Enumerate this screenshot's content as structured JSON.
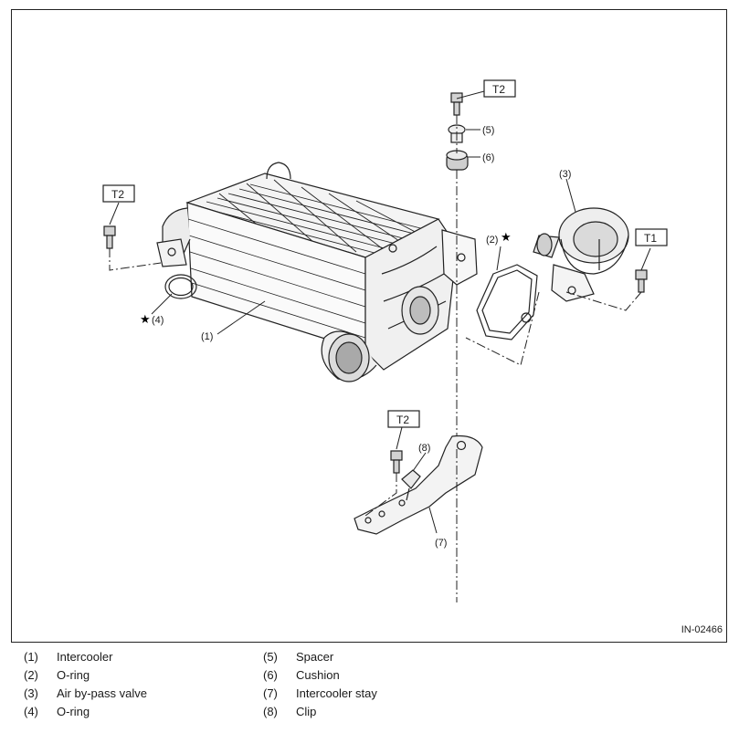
{
  "figure_id": "IN-02466",
  "torque_tags": {
    "t2_top": "T2",
    "t2_left": "T2",
    "t2_bottom": "T2",
    "t1_right": "T1"
  },
  "callouts": {
    "c1": "(1)",
    "c2": "(2)",
    "c3": "(3)",
    "c4": "(4)",
    "c5": "(5)",
    "c6": "(6)",
    "c7": "(7)",
    "c8": "(8)"
  },
  "star": "★",
  "legend": [
    {
      "num": "(1)",
      "label": "Intercooler"
    },
    {
      "num": "(2)",
      "label": "O-ring"
    },
    {
      "num": "(3)",
      "label": "Air by-pass valve"
    },
    {
      "num": "(4)",
      "label": "O-ring"
    },
    {
      "num": "(5)",
      "label": "Spacer"
    },
    {
      "num": "(6)",
      "label": "Cushion"
    },
    {
      "num": "(7)",
      "label": "Intercooler stay"
    },
    {
      "num": "(8)",
      "label": "Clip"
    }
  ]
}
